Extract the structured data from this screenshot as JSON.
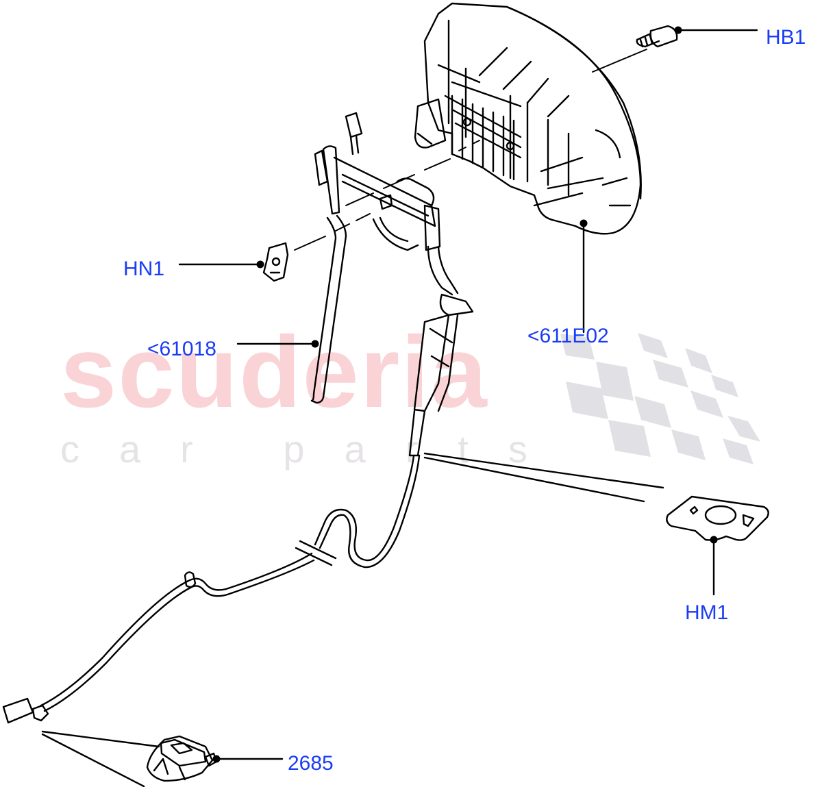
{
  "diagram": {
    "type": "exploded-parts-diagram",
    "watermark": {
      "brand": "scuderia",
      "tagline": "car parts",
      "brand_color": "#f9d3d6",
      "tagline_color": "#e6e3e6",
      "checker_color": "#dcdbe0"
    },
    "label_color": "#1a3cf5",
    "line_color": "#000000",
    "callouts": [
      {
        "id": "HB1",
        "label": "HB1",
        "part": "screw"
      },
      {
        "id": "HN1",
        "label": "HN1",
        "part": "clip nut"
      },
      {
        "id": "61018",
        "label": "<61018",
        "part": "release cable rod"
      },
      {
        "id": "611E02",
        "label": "<611E02",
        "part": "housing / bracket"
      },
      {
        "id": "HM1",
        "label": "HM1",
        "part": "mounting plate"
      },
      {
        "id": "2685",
        "label": "2685",
        "part": "connector bracket"
      }
    ]
  }
}
